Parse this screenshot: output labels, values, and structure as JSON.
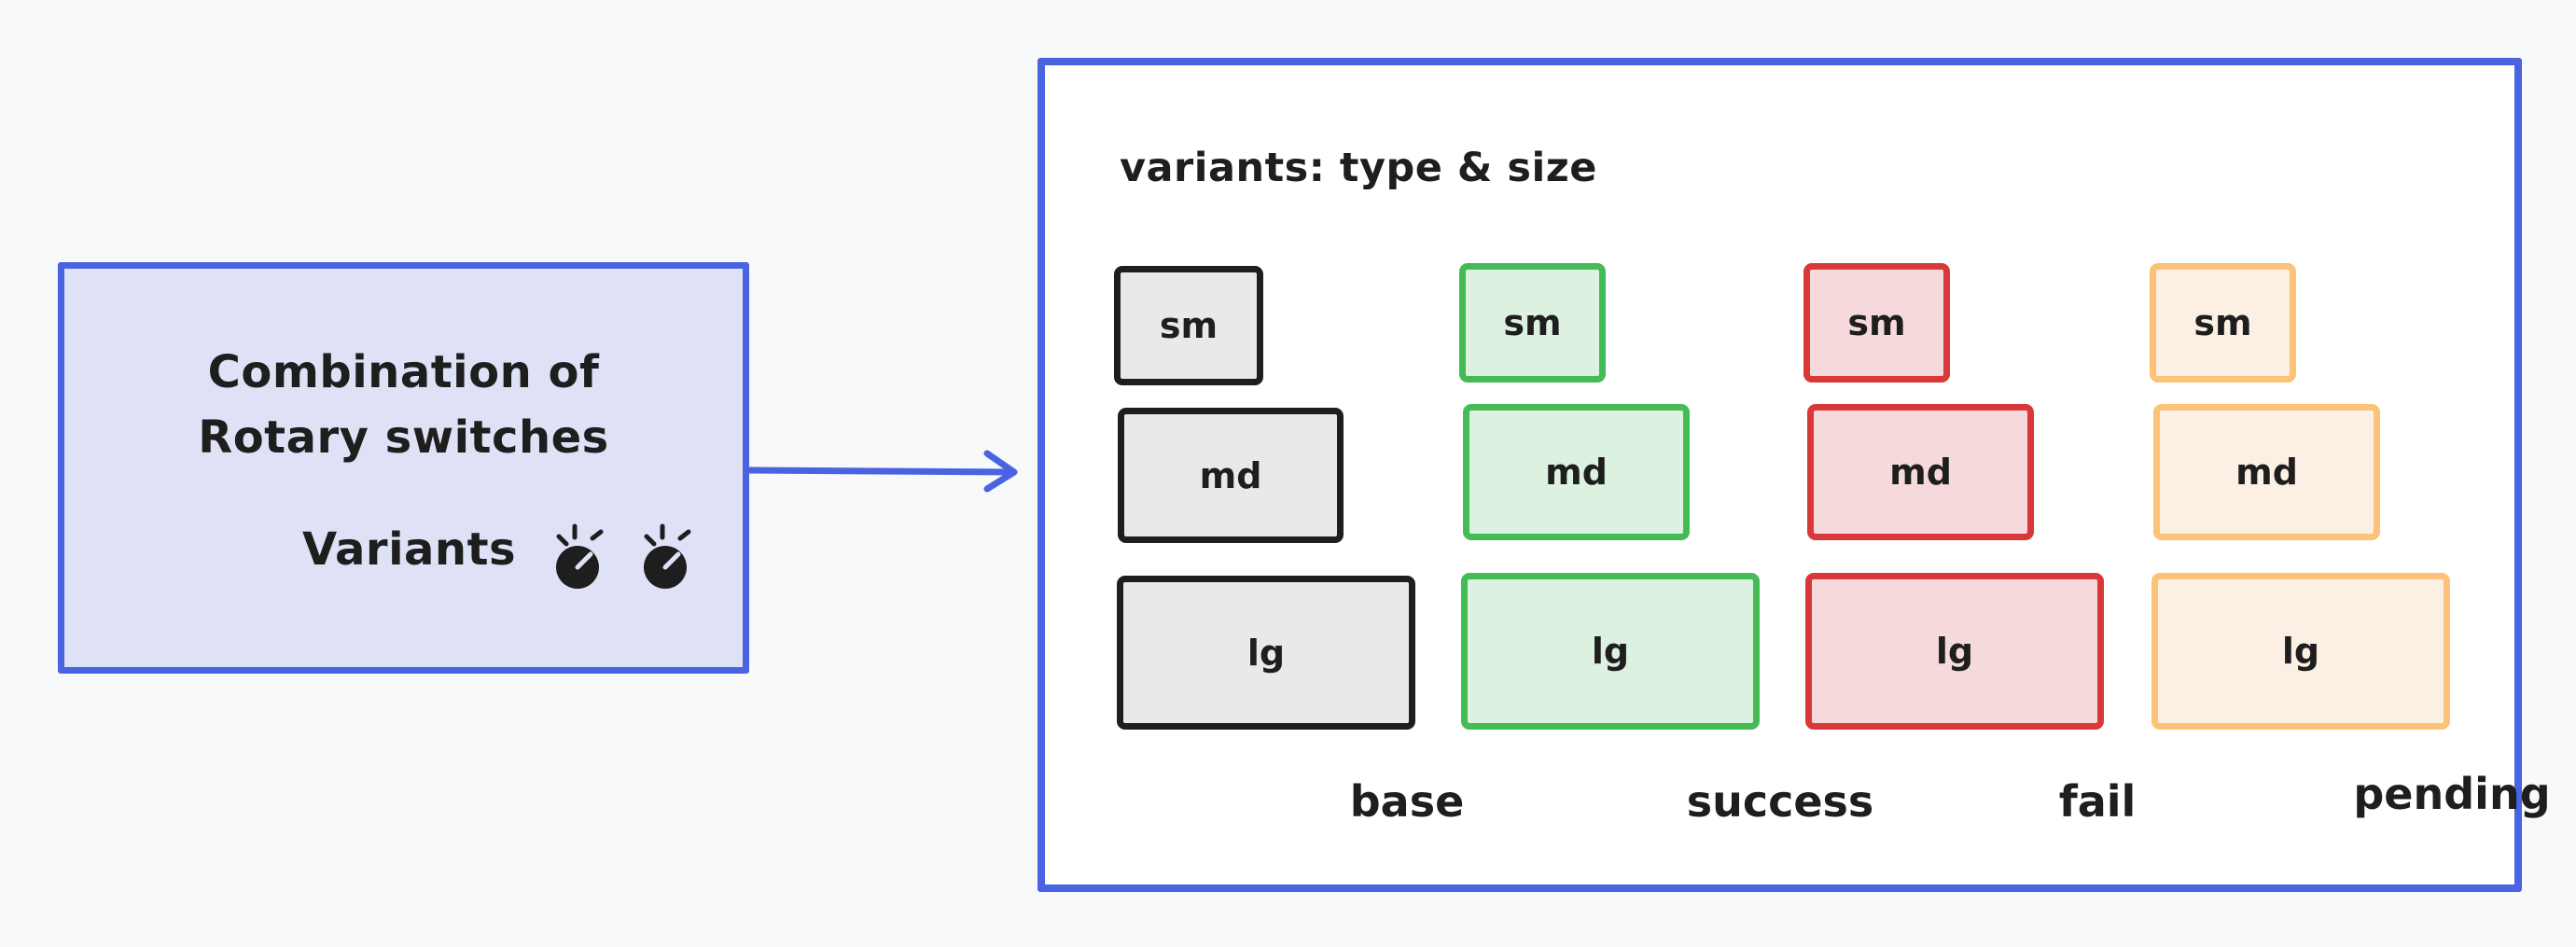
{
  "combination": {
    "line1": "Combination of",
    "line2": "Rotary switches",
    "variants_label": "Variants"
  },
  "frame": {
    "title": "variants: type & size"
  },
  "sizes": [
    "sm",
    "md",
    "lg"
  ],
  "columns": [
    {
      "key": "base",
      "label": "base",
      "border": "#1e1e1e",
      "fill": "#e9e9e9"
    },
    {
      "key": "success",
      "label": "success",
      "border": "#45bb55",
      "fill": "#dcf1e0"
    },
    {
      "key": "fail",
      "label": "fail",
      "border": "#d93838",
      "fill": "#f6dadb"
    },
    {
      "key": "pending",
      "label": "pending",
      "border": "#fbc278",
      "fill": "#fbf0e3"
    }
  ],
  "colors": {
    "accent": "#4a63e0",
    "left_fill": "#dfe2f7"
  },
  "icons": [
    "rotary-knob-icon",
    "rotary-knob-icon"
  ]
}
